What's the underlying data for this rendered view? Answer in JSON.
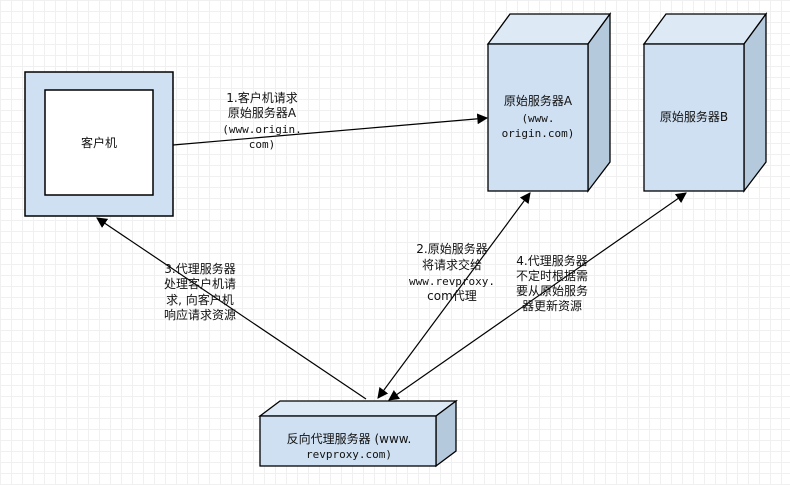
{
  "nodes": {
    "client": {
      "label": "客户机"
    },
    "server_a": {
      "label": "原始服务器A",
      "domain_line1": "(www.",
      "domain_line2": "origin.com)"
    },
    "server_b": {
      "label": "原始服务器B"
    },
    "proxy": {
      "label_line1": "反向代理服务器 (www.",
      "label_line2": "revproxy.com)"
    }
  },
  "edges": {
    "step1": {
      "line1": "1.客户机请求",
      "line2": "原始服务器A",
      "line3": "(www.origin.",
      "line4": "com)"
    },
    "step2": {
      "line1": "2.原始服务器",
      "line2": "将请求交给",
      "line3": "www.revproxy.",
      "line4": "com代理"
    },
    "step3": {
      "line1": "3.代理服务器",
      "line2": "处理客户机请",
      "line3": "求, 向客户机",
      "line4": "响应请求资源"
    },
    "step4": {
      "line1": "4.代理服务器",
      "line2": "不定时根据需",
      "line3": "要从原始服务",
      "line4": "器更新资源"
    }
  },
  "colors": {
    "fill": "#cfe0f2",
    "stroke": "#000000",
    "shade": "#b5c9dd"
  }
}
